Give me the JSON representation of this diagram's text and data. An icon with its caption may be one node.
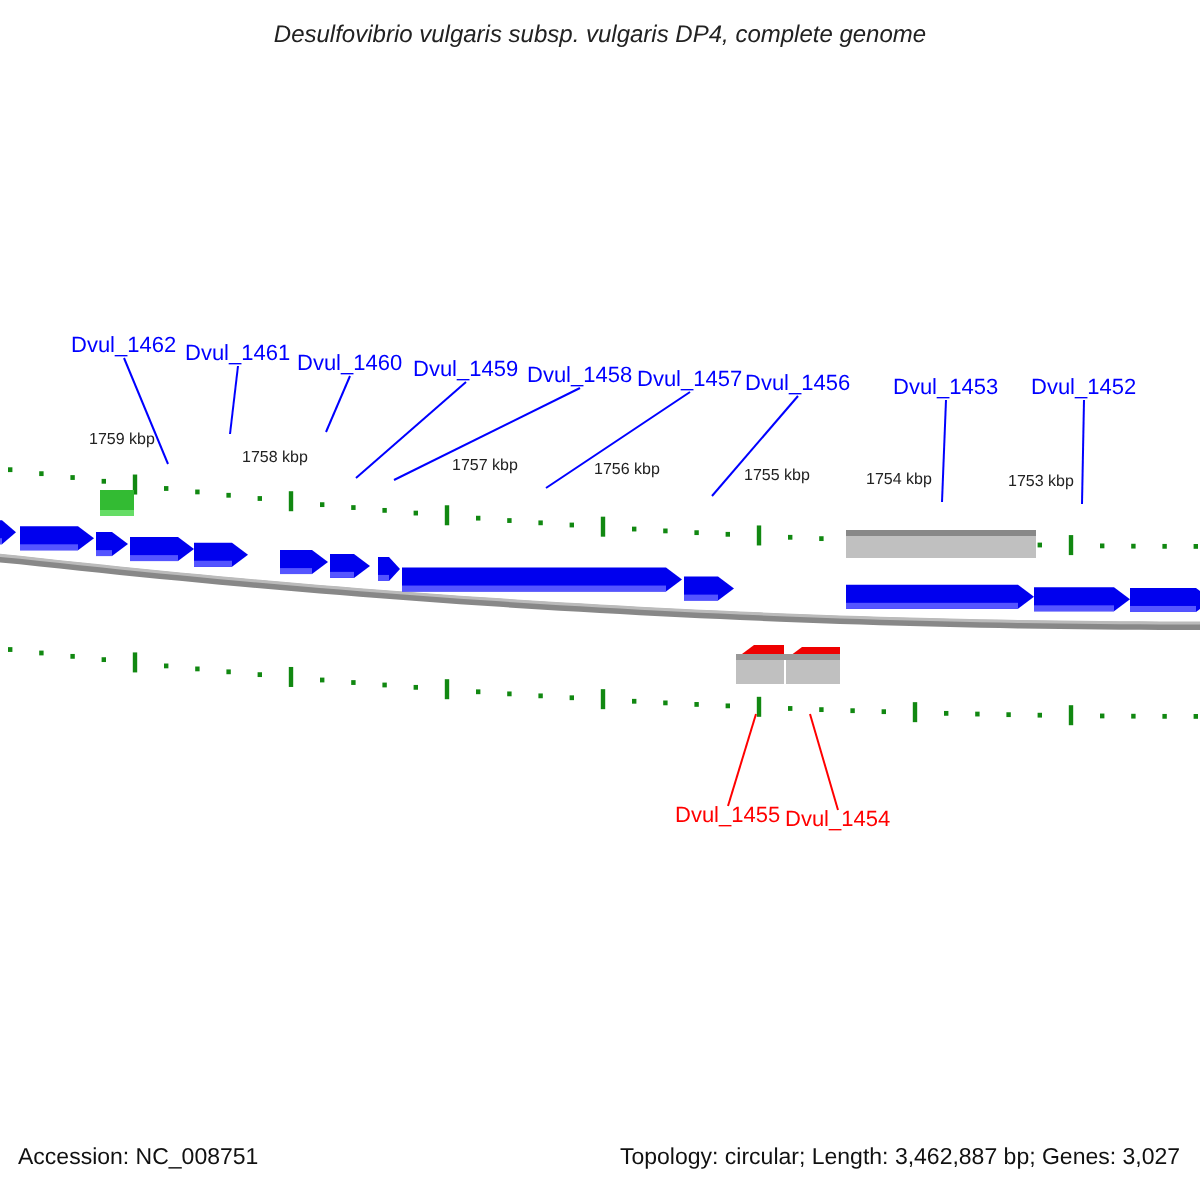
{
  "diagram": {
    "title": "Desulfovibrio vulgaris subsp. vulgaris DP4, complete genome",
    "nodes": [
      {
        "text": [
          "Dvul_1462"
        ]
      },
      {
        "text": [
          "Dvul_1461"
        ]
      },
      {
        "text": [
          "Dvul_1460"
        ]
      },
      {
        "text": [
          "Dvul_1459"
        ]
      },
      {
        "text": [
          "Dvul_1458"
        ]
      },
      {
        "text": [
          "Dvul_1457"
        ]
      },
      {
        "text": [
          "Dvul_1456"
        ]
      },
      {
        "text": [
          "Dvul_1453"
        ]
      },
      {
        "text": [
          "Dvul_1452"
        ]
      },
      {
        "text": [
          "Dvul_1455"
        ]
      },
      {
        "text": [
          "Dvul_1454"
        ]
      }
    ],
    "edges": [
      {
        "from": 0,
        "to": null,
        "arrow": "none"
      },
      {
        "from": 1,
        "to": null,
        "arrow": "none"
      },
      {
        "from": 2,
        "to": null,
        "arrow": "none"
      },
      {
        "from": 3,
        "to": null,
        "arrow": "none"
      },
      {
        "from": 4,
        "to": null,
        "arrow": "none"
      },
      {
        "from": 5,
        "to": null,
        "arrow": "none"
      },
      {
        "from": 6,
        "to": null,
        "arrow": "none"
      },
      {
        "from": 7,
        "to": null,
        "arrow": "none"
      },
      {
        "from": 8,
        "to": null,
        "arrow": "none"
      },
      {
        "from": 9,
        "to": null,
        "arrow": "none",
        "color": "#ff0000"
      },
      {
        "from": 10,
        "to": null,
        "arrow": "none",
        "color": "#ff0000"
      }
    ],
    "labels": [
      "1759 kbp",
      "1758 kbp",
      "1757 kbp",
      "1756 kbp",
      "1755 kbp",
      "1754 kbp",
      "1753 kbp",
      "Accession: NC_008751",
      "Topology: circular; Length: 3,462,887 bp; Genes: 3,027"
    ]
  }
}
